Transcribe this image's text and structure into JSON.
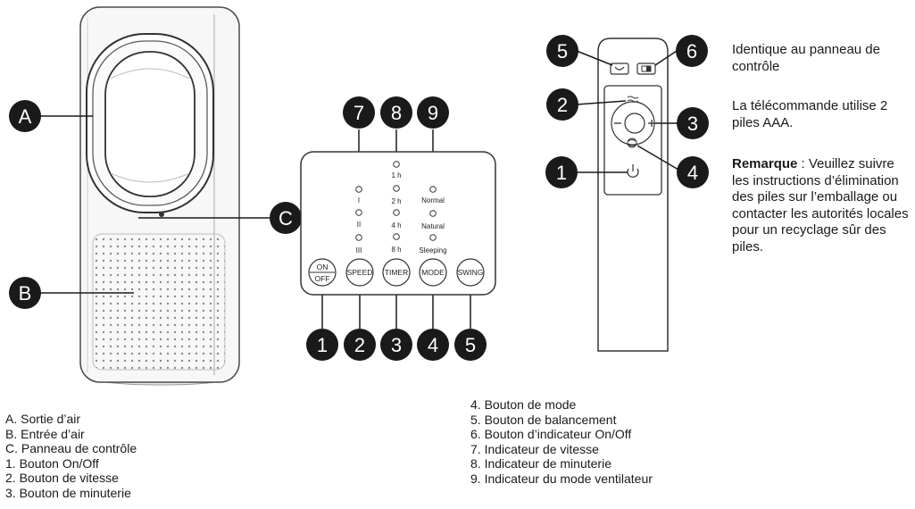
{
  "panel": {
    "speed_levels": [
      "I",
      "II",
      "III"
    ],
    "timer_levels": [
      "1 h",
      "2 h",
      "4 h",
      "8 h"
    ],
    "mode_levels": [
      "Normal",
      "Natural",
      "Sleeping"
    ],
    "buttons": {
      "on": "ON",
      "off": "OFF",
      "speed": "SPEED",
      "timer": "TIMER",
      "mode": "MODE",
      "swing": "SWING"
    }
  },
  "callouts": {
    "A": "A",
    "B": "B",
    "C": "C",
    "panel_top": [
      "7",
      "8",
      "9"
    ],
    "panel_bottom": [
      "1",
      "2",
      "3",
      "4",
      "5"
    ],
    "remote": [
      "5",
      "6",
      "2",
      "3",
      "1",
      "4"
    ]
  },
  "notes": {
    "same_as_panel": "Identique au panneau de contrôle",
    "batteries": "La télécommande utilise 2 piles AAA.",
    "remark_label": "Remarque",
    "remark_text": " : Veuillez suivre les instructions d’élimination des piles sur l’emballage ou contacter les autorités locales pour un recyclage sûr des piles."
  },
  "legend_left": [
    "A. Sortie d’air",
    "B. Entrée d’air",
    "C. Panneau de contrôle",
    "1. Bouton On/Off",
    "2. Bouton de vitesse",
    "3. Bouton de minuterie"
  ],
  "legend_right": [
    "4. Bouton de mode",
    "5. Bouton de balancement",
    "6. Bouton d’indicateur On/Off",
    "7. Indicateur de vitesse",
    "8. Indicateur de minuterie",
    "9. Indicateur du mode ventilateur"
  ],
  "colors": {
    "callout_fill": "#1a1a1a",
    "line": "#1a1a1a",
    "outline": "#333333"
  }
}
